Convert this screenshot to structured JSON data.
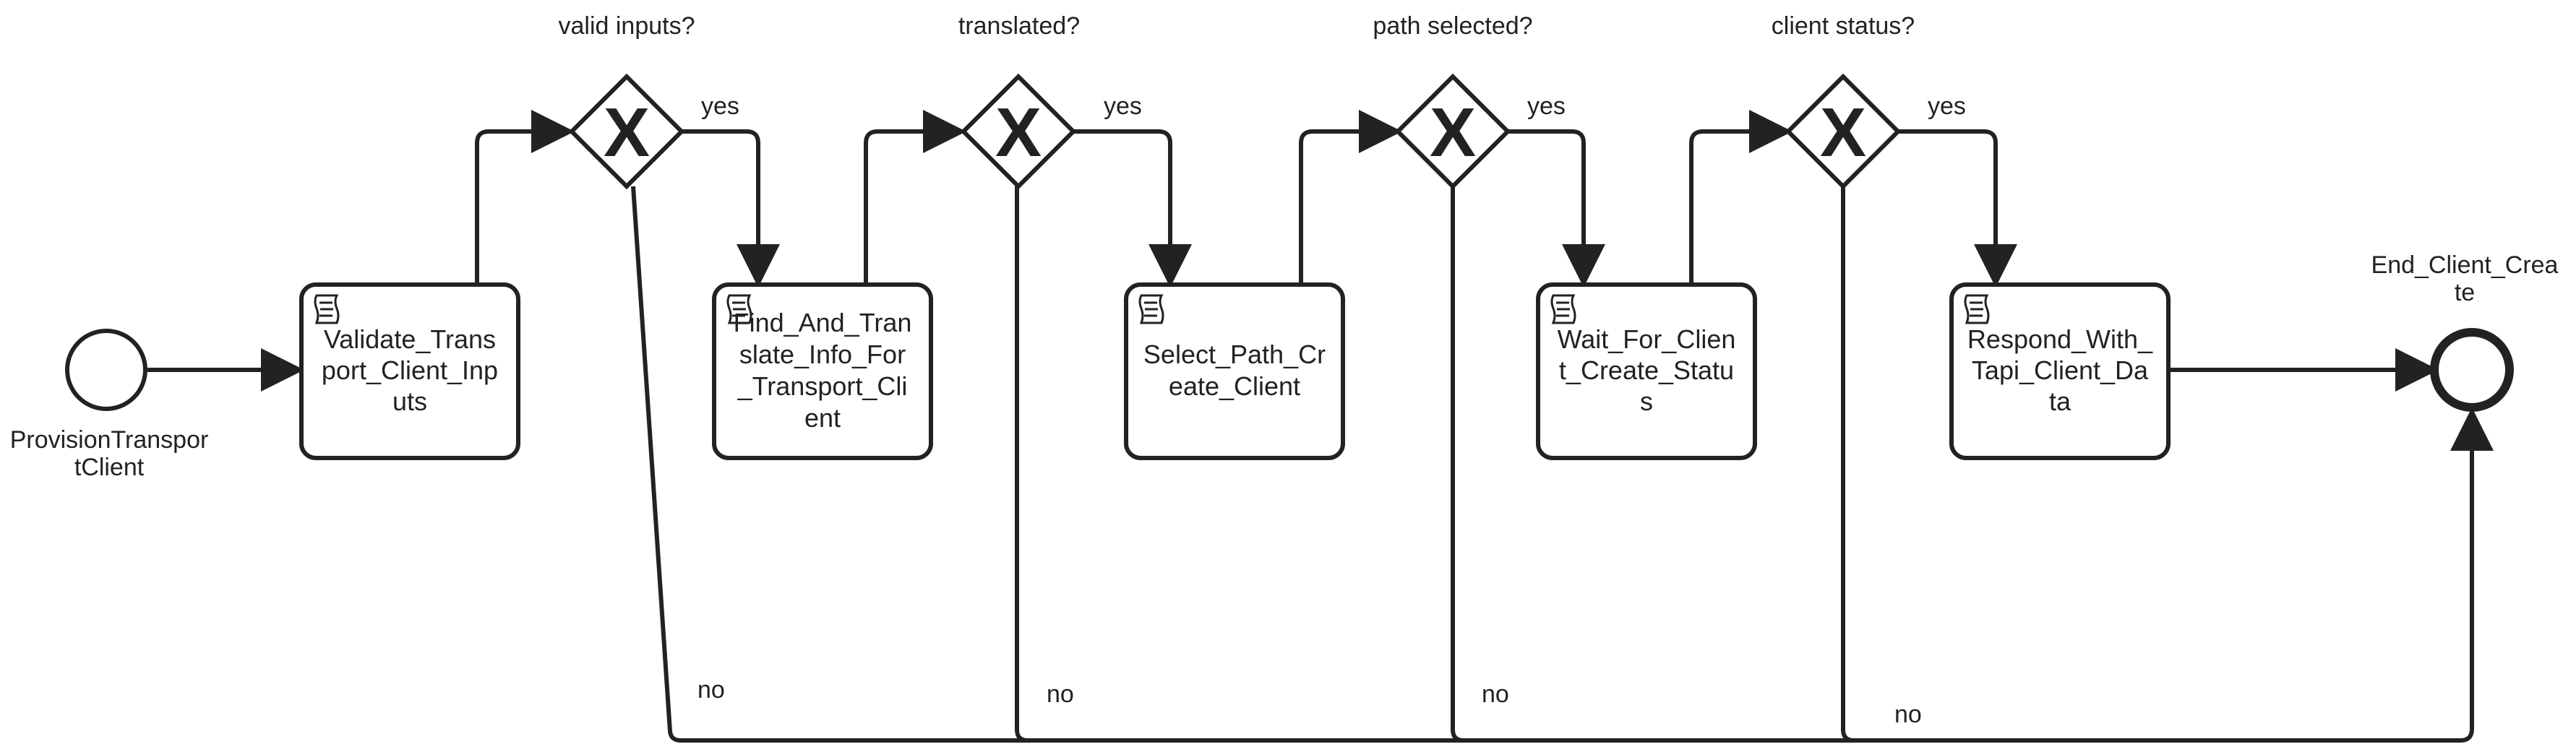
{
  "diagram": {
    "start_event": {
      "label_lines": [
        "ProvisionTranspor",
        "tClient"
      ]
    },
    "end_event": {
      "label_lines": [
        "End_Client_Crea",
        "te"
      ]
    },
    "tasks": [
      {
        "label_lines": [
          "Validate_Trans",
          "port_Client_Inp",
          "uts"
        ],
        "icon": "script-icon"
      },
      {
        "label_lines": [
          "Find_And_Tran",
          "slate_Info_For",
          "_Transport_Cli",
          "ent"
        ],
        "icon": "script-icon"
      },
      {
        "label_lines": [
          "Select_Path_Cr",
          "eate_Client"
        ],
        "icon": "script-icon"
      },
      {
        "label_lines": [
          "Wait_For_Clien",
          "t_Create_Statu",
          "s"
        ],
        "icon": "script-icon"
      },
      {
        "label_lines": [
          "Respond_With_",
          "Tapi_Client_Da",
          "ta"
        ],
        "icon": "script-icon"
      }
    ],
    "gateways": [
      {
        "question": "valid inputs?",
        "yes_label": "yes",
        "no_label": "no",
        "marker": "X"
      },
      {
        "question": "translated?",
        "yes_label": "yes",
        "no_label": "no",
        "marker": "X"
      },
      {
        "question": "path selected?",
        "yes_label": "yes",
        "no_label": "no",
        "marker": "X"
      },
      {
        "question": "client status?",
        "yes_label": "yes",
        "no_label": "no",
        "marker": "X"
      }
    ],
    "colors": {
      "stroke": "#222222",
      "fill": "#ffffff"
    }
  }
}
